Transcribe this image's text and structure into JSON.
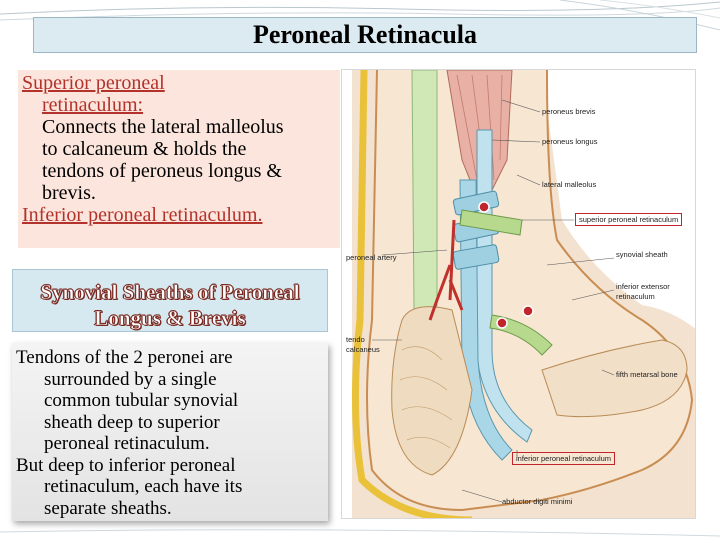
{
  "title": "Peroneal Retinacula",
  "superior": {
    "heading_line1": "Superior peroneal",
    "heading_line2": "retinaculum:",
    "body_lines": [
      "Connects the lateral malleolus",
      "to calcaneum & holds the",
      "tendons of peroneus longus &",
      "brevis."
    ],
    "inferior_line": "Inferior peroneal retinaculum."
  },
  "synovial_heading": {
    "line1": "Synovial Sheaths of Peroneal",
    "line2": "Longus & Brevis"
  },
  "tendons_text": {
    "lines": [
      "Tendons of the 2 peronei are",
      "surrounded by a single",
      "common tubular synovial",
      "sheath deep to superior",
      "peroneal retinaculum.",
      "But deep to inferior peroneal",
      "retinaculum, each have its",
      "separate sheaths."
    ]
  },
  "figure_labels": {
    "peroneus_brevis": "peroneus brevis",
    "peroneus_longus": "peroneus longus",
    "lateral_malleolus": "lateral malleolus",
    "superior_peroneal_retinaculum": "superior peroneal retinaculum",
    "synovial_sheath": "synovial sheath",
    "peroneal_artery": "peroneal artery",
    "inferior_extensor_retinaculum_1": "inferior extensor",
    "inferior_extensor_retinaculum_2": "retinaculum",
    "tendo_calcaneus_1": "tendo",
    "tendo_calcaneus_2": "calcaneus",
    "fifth_metatarsal_bone": "fifth metarsal bone",
    "inferior_peroneal_retinaculum": "inferior peroneal retinaculum",
    "abductor_digiti_minimi": "abductor digiti minimi"
  },
  "colors": {
    "title_bg": "#dcebf2",
    "superior_bg": "#fbe5dc",
    "heading_red": "#b3322b",
    "synovial_bg": "#d6e9f1",
    "highlight_box": "#c0252b"
  }
}
